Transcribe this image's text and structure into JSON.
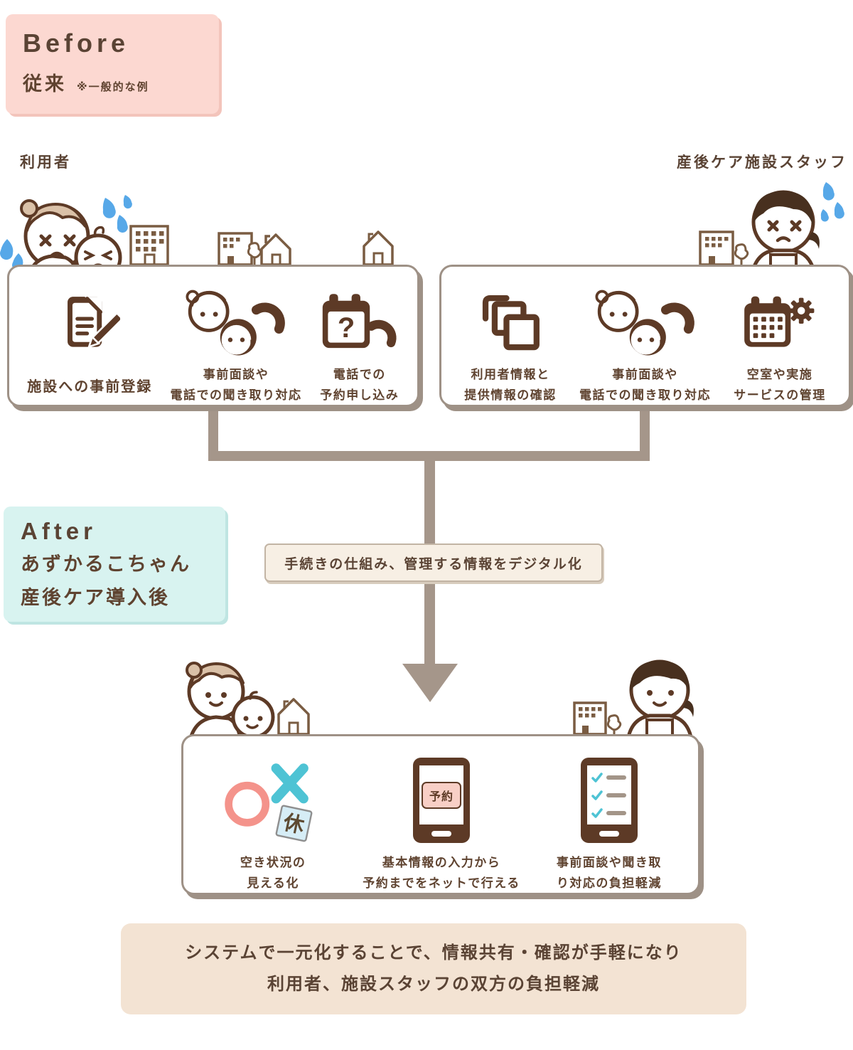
{
  "colors": {
    "pink_badge": "#fcd8d1",
    "teal_badge": "#d8f3f0",
    "banner_bg": "#f7efe4",
    "banner_border": "#c2b4a4",
    "panel_border": "#9e9186",
    "connector": "#a5968a",
    "summary_bg": "#f3e3d3",
    "icon_brown": "#5d3a26",
    "text_brown": "#5f4330",
    "drop_blue": "#57a8e8",
    "accent_teal": "#4ec3d4",
    "accent_pink": "#f4938b",
    "reserve_btn_bg": "#f8cfc6",
    "rest_tag_bg": "#d6edf6",
    "hair_tan": "#dac1a8",
    "hair_dark": "#48301f",
    "building_brown": "#7a5c42"
  },
  "glyphs": {
    "question_mark": "?",
    "rest_tag": "休",
    "reserve_button": "予約"
  },
  "before": {
    "badge": {
      "title": "Before",
      "subtitle": "従来",
      "note": "※一般的な例"
    },
    "user_label": "利用者",
    "staff_label": "産後ケア施設スタッフ",
    "user_box": {
      "items": [
        {
          "icon": "document-pencil-icon",
          "label": "施設への事前登録"
        },
        {
          "icon": "interview-phone-icon",
          "label": "事前面談や\n電話での聞き取り対応"
        },
        {
          "icon": "calendar-question-phone-icon",
          "label": "電話での\n予約申し込み"
        }
      ]
    },
    "staff_box": {
      "items": [
        {
          "icon": "stacked-cards-icon",
          "label": "利用者情報と\n提供情報の確認"
        },
        {
          "icon": "interview-phone-icon",
          "label": "事前面談や\n電話での聞き取り対応"
        },
        {
          "icon": "calendar-gear-icon",
          "label": "空室や実施\nサービスの管理"
        }
      ]
    }
  },
  "arrow_banner": "手続きの仕組み、管理する情報をデジタル化",
  "after": {
    "badge": {
      "title": "After",
      "line1": "あずかるこちゃん",
      "line2": "産後ケア導入後"
    },
    "box": {
      "items": [
        {
          "icon": "availability-marks-icon",
          "label": "空き状況の\n見える化"
        },
        {
          "icon": "phone-reserve-icon",
          "label": "基本情報の入力から\n予約までをネットで行える"
        },
        {
          "icon": "phone-checklist-icon",
          "label": "事前面談や聞き取\nり対応の負担軽減"
        }
      ]
    }
  },
  "summary": {
    "line1": "システムで一元化することで、情報共有・確認が手軽になり",
    "line2": "利用者、施設スタッフの双方の負担軽減"
  }
}
